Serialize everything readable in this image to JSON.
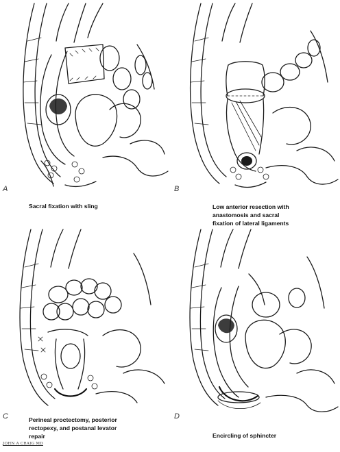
{
  "panels": [
    {
      "letter": "A",
      "caption": [
        "Sacral fixation with sling"
      ]
    },
    {
      "letter": "B",
      "caption": [
        "Low anterior resection with",
        "anastomosis and sacral",
        "fixation of lateral ligaments"
      ]
    },
    {
      "letter": "C",
      "caption": [
        "Perineal proctectomy, posterior",
        "rectopexy, and postanal levator",
        "repair"
      ]
    },
    {
      "letter": "D",
      "caption": [
        "Encircling of sphincter"
      ]
    }
  ],
  "signature": "JOHN A CRAIG MD"
}
